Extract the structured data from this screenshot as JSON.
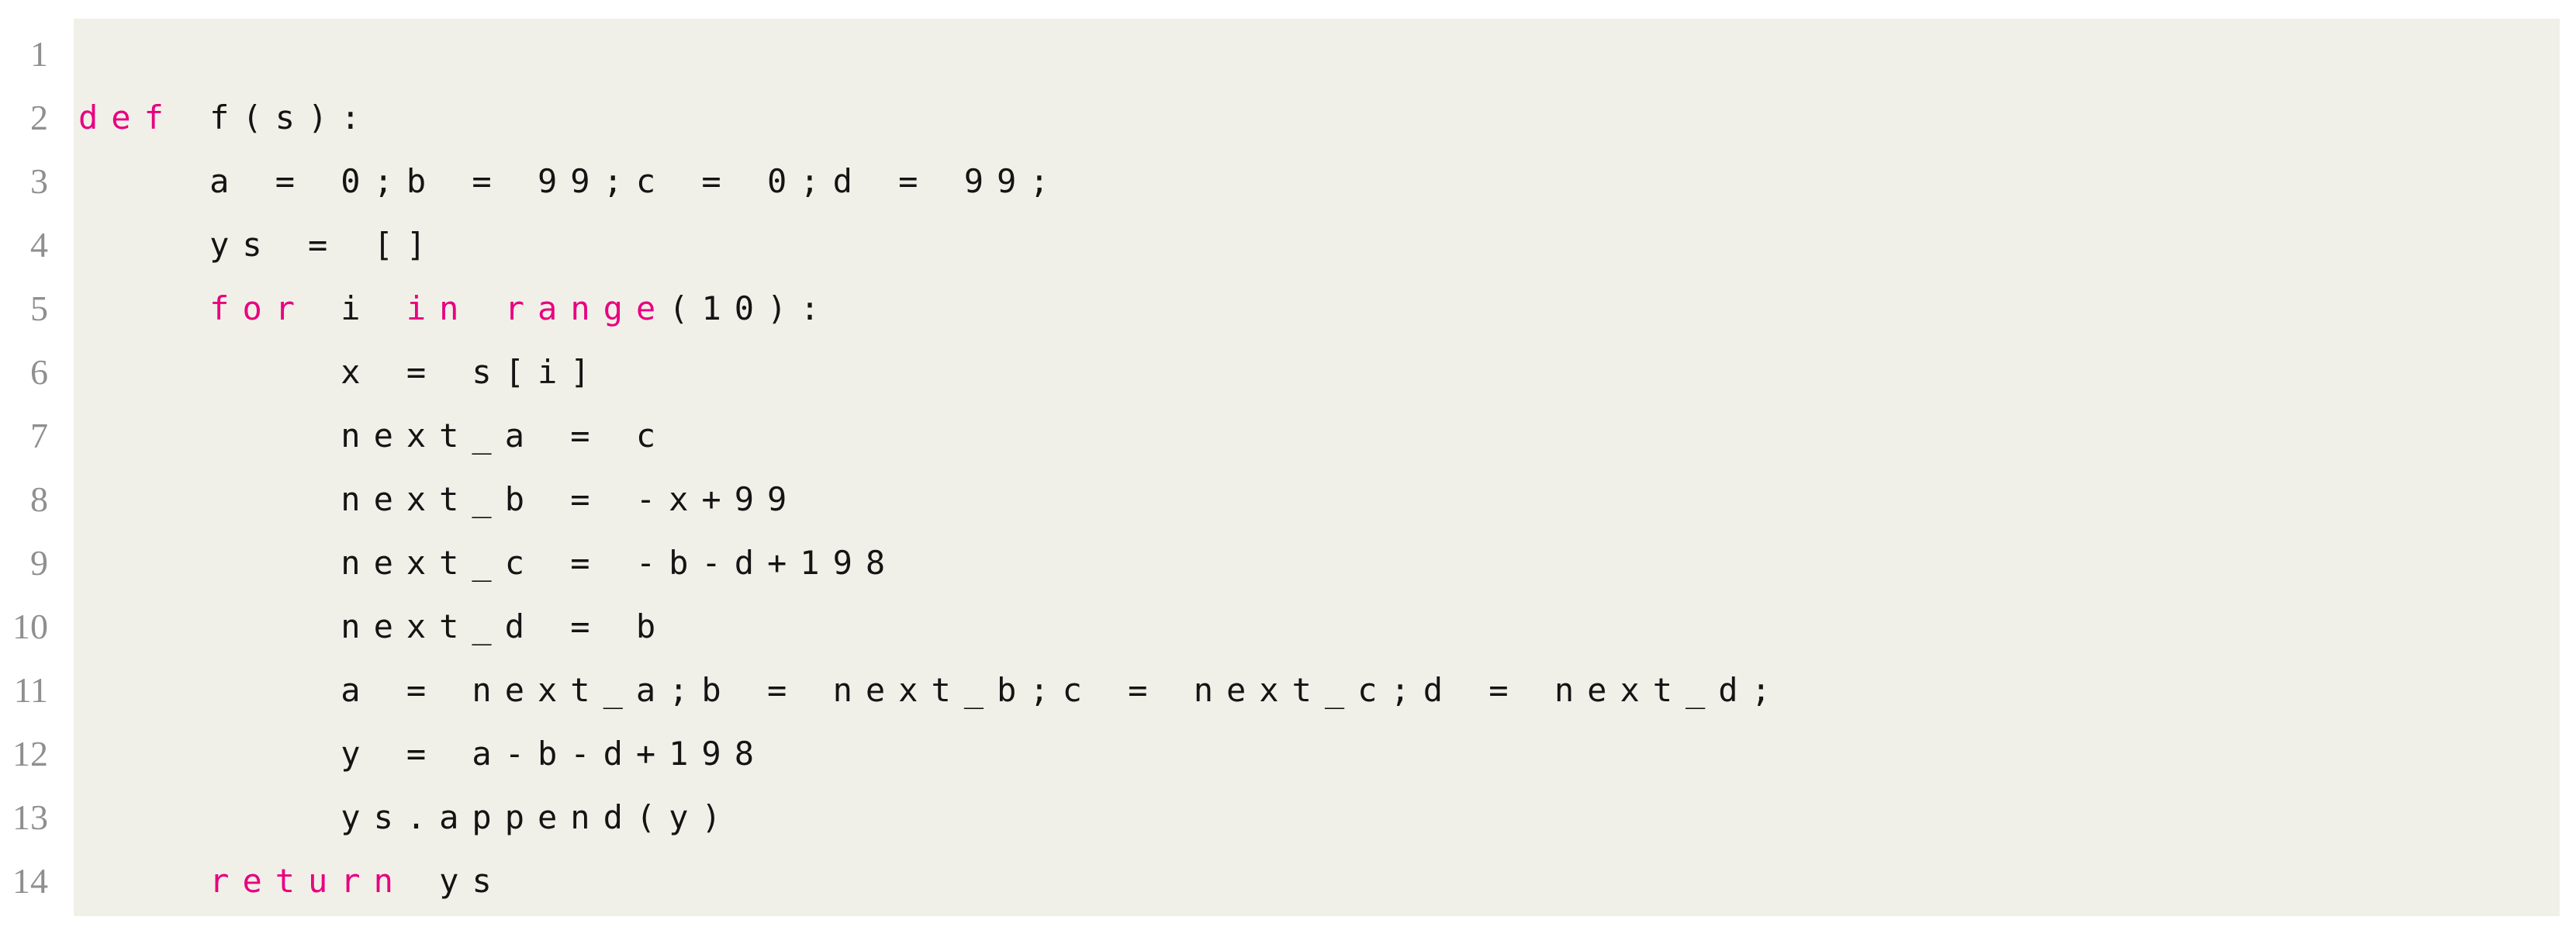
{
  "colors": {
    "page_background": "#ffffff",
    "code_background": "#f1f0e8",
    "text": "#141414",
    "keyword": "#e8007f",
    "line_number": "#8f8f8f"
  },
  "listing": {
    "language": "python",
    "line_numbers": [
      "1",
      "2",
      "3",
      "4",
      "5",
      "6",
      "7",
      "8",
      "9",
      "10",
      "11",
      "12",
      "13",
      "14"
    ],
    "lines": [
      {
        "tokens": [
          {
            "text": ""
          }
        ]
      },
      {
        "tokens": [
          {
            "text": "def",
            "type": "keyword"
          },
          {
            "text": " f(s):"
          }
        ]
      },
      {
        "tokens": [
          {
            "text": "    a = 0;b = 99;c = 0;d = 99;"
          }
        ]
      },
      {
        "tokens": [
          {
            "text": "    ys = []"
          }
        ]
      },
      {
        "tokens": [
          {
            "text": "    "
          },
          {
            "text": "for",
            "type": "keyword"
          },
          {
            "text": " i "
          },
          {
            "text": "in",
            "type": "keyword"
          },
          {
            "text": " "
          },
          {
            "text": "range",
            "type": "keyword"
          },
          {
            "text": "(10):"
          }
        ]
      },
      {
        "tokens": [
          {
            "text": "        x = s[i]"
          }
        ]
      },
      {
        "tokens": [
          {
            "text": "        next_a = c"
          }
        ]
      },
      {
        "tokens": [
          {
            "text": "        next_b = -x+99"
          }
        ]
      },
      {
        "tokens": [
          {
            "text": "        next_c = -b-d+198"
          }
        ]
      },
      {
        "tokens": [
          {
            "text": "        next_d = b"
          }
        ]
      },
      {
        "tokens": [
          {
            "text": "        a = next_a;b = next_b;c = next_c;d = next_d;"
          }
        ]
      },
      {
        "tokens": [
          {
            "text": "        y = a-b-d+198"
          }
        ]
      },
      {
        "tokens": [
          {
            "text": "        ys.append(y)"
          }
        ]
      },
      {
        "tokens": [
          {
            "text": "    "
          },
          {
            "text": "return",
            "type": "keyword"
          },
          {
            "text": " ys"
          }
        ]
      }
    ]
  }
}
